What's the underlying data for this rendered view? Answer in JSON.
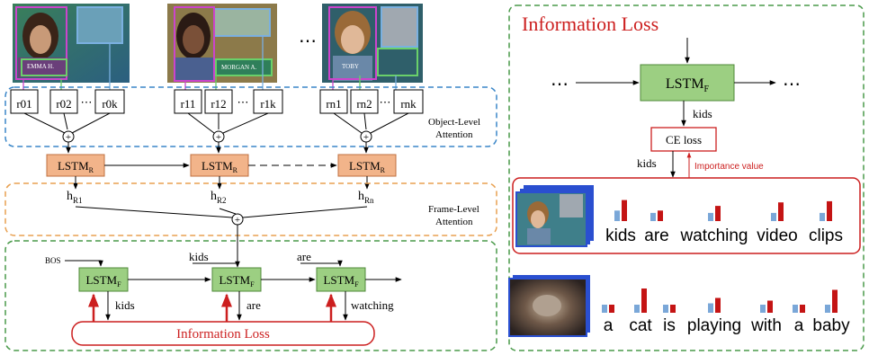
{
  "colors": {
    "lstm_r_fill": "#f2b48a",
    "lstm_r_stroke": "#c07040",
    "lstm_f_fill": "#9ccf82",
    "lstm_f_stroke": "#4f8a3a",
    "loss_red": "#cc1f1f",
    "blue_dash": "#3a86c8",
    "orange_dash": "#e8a050",
    "green_dash": "#4a9a4a",
    "bar_light": "#7aa7d8",
    "bar_dark": "#c41414"
  },
  "left": {
    "ellipsis": "⋯",
    "region_groups": [
      {
        "labels": [
          "r01",
          "r02",
          "⋯",
          "r0k"
        ]
      },
      {
        "labels": [
          "r11",
          "r12",
          "⋯",
          "r1k"
        ]
      },
      {
        "labels": [
          "rn1",
          "rn2",
          "⋯",
          "rnk"
        ]
      }
    ],
    "object_level_attention": [
      "Object-Level",
      "Attention"
    ],
    "lstm_r_label": "LSTMR",
    "h_labels": [
      "hR1",
      "hR2",
      "hRn"
    ],
    "frame_level_attention": [
      "Frame-Level",
      "Attention"
    ],
    "bos": "BOS",
    "input_words": [
      "kids",
      "are"
    ],
    "lstm_f_label": "LSTMF",
    "output_words": [
      "kids",
      "are",
      "watching"
    ],
    "information_loss": "Information Loss",
    "plus": "+",
    "frame_captions": [
      "EMMA H.",
      "MORGAN A.",
      "TOBY"
    ]
  },
  "right": {
    "title": "Information Loss",
    "dots_left": "⋯",
    "dots_right": "⋯",
    "lstm_f_label": "LSTMF",
    "kids_top": "kids",
    "ce_loss": "CE loss",
    "kids_left": "kids",
    "importance_value": "Importance value",
    "example1_words": [
      "kids",
      "are",
      "watching",
      "video",
      "clips"
    ],
    "example1_bars": [
      [
        0.45,
        0.9
      ],
      [
        0.35,
        0.45
      ],
      [
        0.35,
        0.65
      ],
      [
        0.35,
        0.8
      ],
      [
        0.35,
        0.85
      ]
    ],
    "example2_words": [
      "a",
      "cat",
      "is",
      "playing",
      "with",
      "a",
      "baby"
    ],
    "example2_bars": [
      [
        0.3,
        0.3
      ],
      [
        0.3,
        0.9
      ],
      [
        0.3,
        0.3
      ],
      [
        0.35,
        0.55
      ],
      [
        0.3,
        0.45
      ],
      [
        0.3,
        0.3
      ],
      [
        0.3,
        0.85
      ]
    ]
  }
}
